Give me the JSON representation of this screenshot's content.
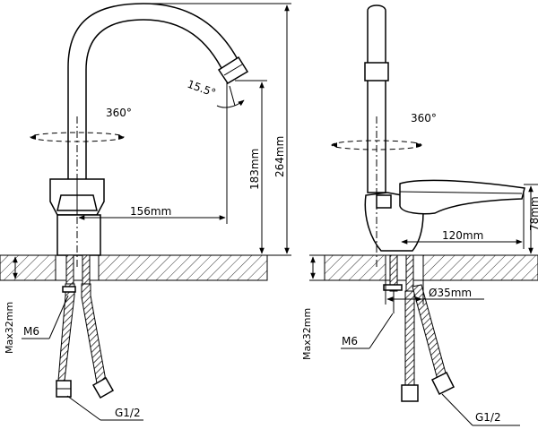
{
  "left_view": {
    "rotation": "360°",
    "angle": "15.5°",
    "total_height": "264mm",
    "spout_height": "183mm",
    "spout_reach": "156mm",
    "max_thickness": "Max32mm",
    "stud_thread": "M6",
    "hose_thread": "G1/2"
  },
  "right_view": {
    "rotation": "360°",
    "handle_height": "78mm",
    "handle_reach": "120mm",
    "hole_diameter": "Ø35mm",
    "max_thickness": "Max32mm",
    "stud_thread": "M6",
    "hose_thread": "G1/2"
  }
}
